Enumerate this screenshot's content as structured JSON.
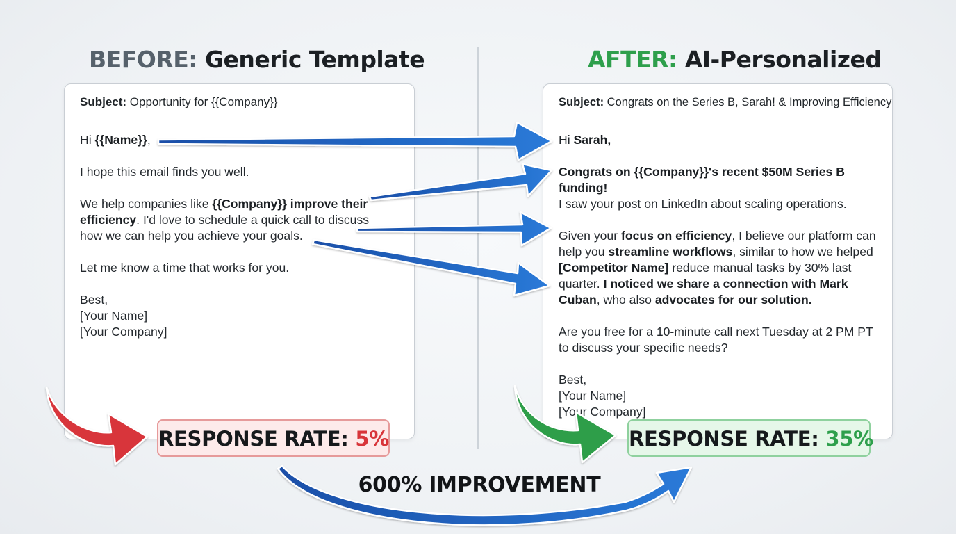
{
  "before": {
    "heading_prefix": "BEFORE:",
    "heading_rest": " Generic Template",
    "subject_label": "Subject:",
    "subject_text": " Opportunity for {{Company}}",
    "greeting_plain": "Hi ",
    "greeting_bold": "{{Name}}",
    "greeting_end": ",",
    "line_1": "I hope this email finds you well.",
    "para_plain_1": "We help companies like ",
    "para_bold_1": "{{Company}} improve their efficiency",
    "para_plain_2": ". I'd love to schedule a quick call to discuss how we can help you achieve your goals.",
    "line_3": "Let me know a time that works for you.",
    "signoff": [
      "Best,",
      "[Your Name]",
      "[Your Company]"
    ],
    "rate_label": "RESPONSE RATE: ",
    "rate_value": "5%"
  },
  "after": {
    "heading_prefix": "AFTER:",
    "heading_rest": " AI-Personalized",
    "subject_label": "Subject:",
    "subject_text": " Congrats on the Series B, Sarah! & Improving Efficiency",
    "greeting_plain": "Hi ",
    "greeting_bold": "Sarah,",
    "congrats_bold": "Congrats on {{Company}}'s recent $50M Series B funding!",
    "congrats_plain": "I saw your post on LinkedIn about scaling operations.",
    "p2_a": "Given your ",
    "p2_b": "focus on efficiency",
    "p2_c": ", I believe our platform can help you ",
    "p2_d": "streamline workflows",
    "p2_e": ", similar to how we helped ",
    "p2_f": "[Competitor Name]",
    "p2_g": " reduce manual tasks by 30% last quarter. ",
    "p2_h": "I noticed we share a connection with Mark Cuban",
    "p2_i": ", who also ",
    "p2_j": "advocates for our solution.",
    "p3": "Are you free for a 10-minute call next Tuesday at 2 PM PT to discuss your specific needs?",
    "signoff": [
      "Best,",
      "[Your Name]",
      "[Your Company]"
    ],
    "rate_label": "RESPONSE RATE: ",
    "rate_value": "35%"
  },
  "improvement_label": "600% IMPROVEMENT",
  "colors": {
    "arrow_blue": "#1f5fc0",
    "arrow_red": "#d8353a",
    "arrow_green": "#2f9e4a",
    "before_accent": "#56616b",
    "after_accent": "#2e9f4c"
  }
}
